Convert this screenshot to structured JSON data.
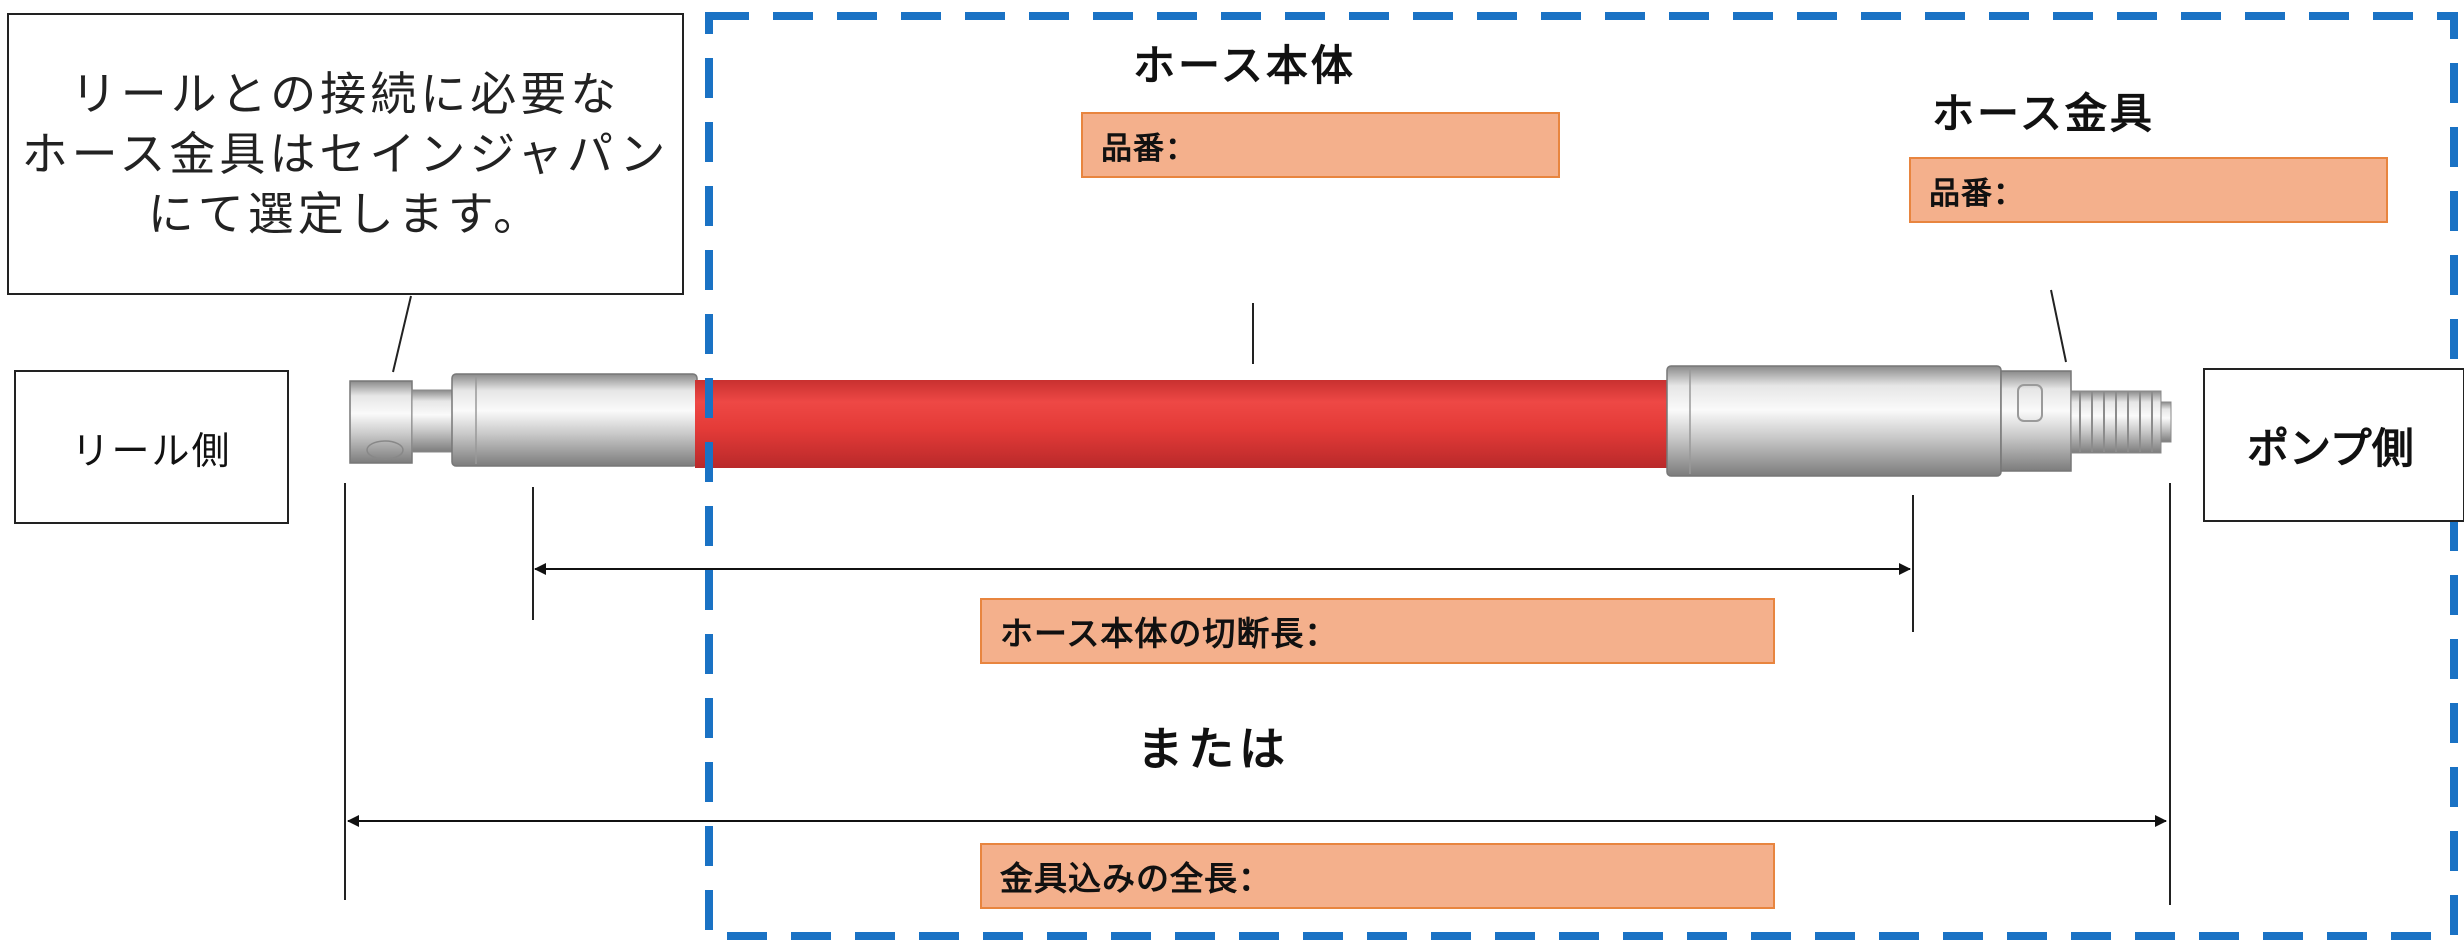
{
  "note": "リールとの接続に必要な\nホース金具はセインジャパン\nにて選定します。",
  "reel_side": "リール側",
  "pump_side": "ポンプ側",
  "hose_body": {
    "heading": "ホース本体",
    "part_no_label": "品番："
  },
  "hose_fitting": {
    "heading": "ホース金具",
    "part_no_label": "品番："
  },
  "cut_length_label": "ホース本体の切断長：",
  "or_label": "または",
  "total_length_label": "金具込みの全長：",
  "colors": {
    "dashed_border": "#1a72c4",
    "hose": "#e53a37",
    "label_fill": "#f4b08c",
    "label_border": "#e8853f"
  }
}
